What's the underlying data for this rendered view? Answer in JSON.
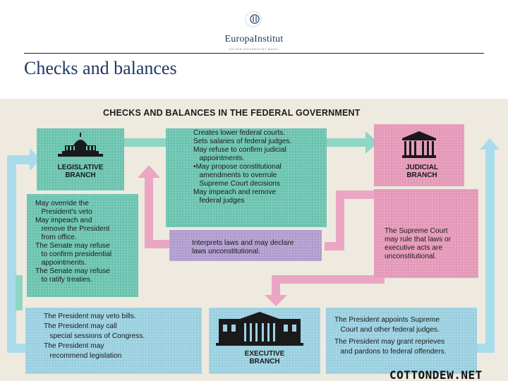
{
  "header": {
    "logo_name": "EuropaInstitut",
    "logo_tagline": "AN DER UNIVERSITÄT BASEL",
    "slide_title": "Checks and balances"
  },
  "diagram": {
    "title": "CHECKS AND BALANCES IN THE FEDERAL GOVERNMENT",
    "legislative": {
      "name_lines": [
        "LEGISLATIVE",
        "BRANCH"
      ],
      "icon": "capitol-icon",
      "color": "#6fc7b3"
    },
    "judicial": {
      "name_lines": [
        "JUDICIAL",
        "BRANCH"
      ],
      "icon": "supreme-court-icon",
      "color": "#e79cbb"
    },
    "executive": {
      "name_lines": [
        "EXECUTIVE",
        "BRANCH"
      ],
      "icon": "white-house-icon",
      "color": "#9ed3e3"
    },
    "legislative_over_judicial": [
      "Creates lower federal courts.",
      "Sets salaries of federal judges.",
      "May refuse to confirm judicial",
      "   appointments.",
      "•May propose constitutional",
      "   amendments to overrule",
      "   Supreme Court decisions",
      "May impeach and remove",
      "   federal judges"
    ],
    "legislative_over_executive": [
      "May override the",
      "   President's veto",
      "May impeach and",
      "   remove the President",
      "   from office.",
      "The Senate may refuse",
      "   to confirm presidential",
      "   appointments.",
      "The Senate may refuse",
      "   to ratify treaties."
    ],
    "judicial_over_legislative": [
      "Interprets laws and may declare",
      "laws unconstitutional."
    ],
    "judicial_over_executive": [
      "The Supreme Court",
      "may rule that laws or",
      "executive acts are",
      "unconstitutional."
    ],
    "executive_over_legislative": [
      "The President may veto bills.",
      "The President may call",
      "   special sessions of Congress.",
      "The President may",
      "   recommend legislation"
    ],
    "executive_over_judicial": [
      "The President appoints Supreme",
      "   Court and other federal judges.",
      "The President may grant reprieves",
      "   and pardons to federal offenders."
    ],
    "colors": {
      "green": "#6fc7b3",
      "pink": "#e79cbb",
      "blue": "#9ed3e3",
      "purple": "#b4a0d2",
      "arrow_blue": "#a9dcea",
      "arrow_pink": "#eba6c4"
    },
    "watermark": "COTTONDEW.NET"
  }
}
